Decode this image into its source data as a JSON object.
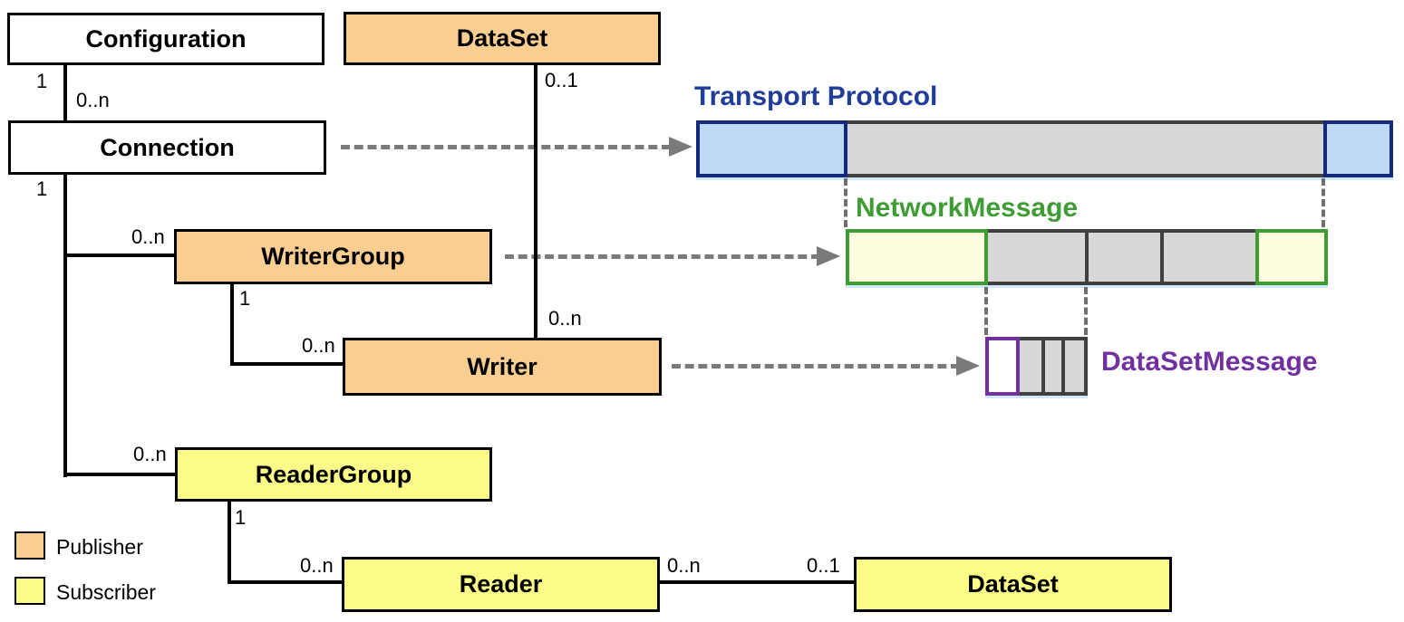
{
  "boxes": [
    {
      "label": "Configuration"
    },
    {
      "label": "DataSet"
    },
    {
      "label": "Connection"
    },
    {
      "label": "WriterGroup"
    },
    {
      "label": "Writer"
    },
    {
      "label": "ReaderGroup"
    },
    {
      "label": "Reader"
    },
    {
      "label": "DataSet"
    }
  ],
  "multiplicities": [
    {
      "text": "1"
    },
    {
      "text": "0..n"
    },
    {
      "text": "0..1"
    },
    {
      "text": "1"
    },
    {
      "text": "0..n"
    },
    {
      "text": "1"
    },
    {
      "text": "0..n"
    },
    {
      "text": "0..n"
    },
    {
      "text": "0..n"
    },
    {
      "text": "1"
    },
    {
      "text": "0..n"
    },
    {
      "text": "0..n"
    },
    {
      "text": "0..1"
    }
  ],
  "headings": {
    "transport": {
      "label": "Transport Protocol"
    },
    "network": {
      "label": "NetworkMessage"
    },
    "dataset_message": {
      "label": "DataSetMessage"
    }
  },
  "legend": [
    {
      "label": "Publisher",
      "color": "#FACD91"
    },
    {
      "label": "Subscriber",
      "color": "#FBFB88"
    }
  ],
  "colors": {
    "publisher_fill": "#FACD91",
    "subscriber_fill": "#FBFB88",
    "transport_fill": "#BFD9F4",
    "transport_border": "#12297E",
    "transport_label": "#1F3D99",
    "network_fill": "#FDFDDF",
    "network_accent": "#3F9C35",
    "dataset_message_accent": "#7030A0",
    "payload_fill": "#D8D8D8",
    "payload_border": "#404040",
    "arrow_gray": "#7A7A7A"
  }
}
